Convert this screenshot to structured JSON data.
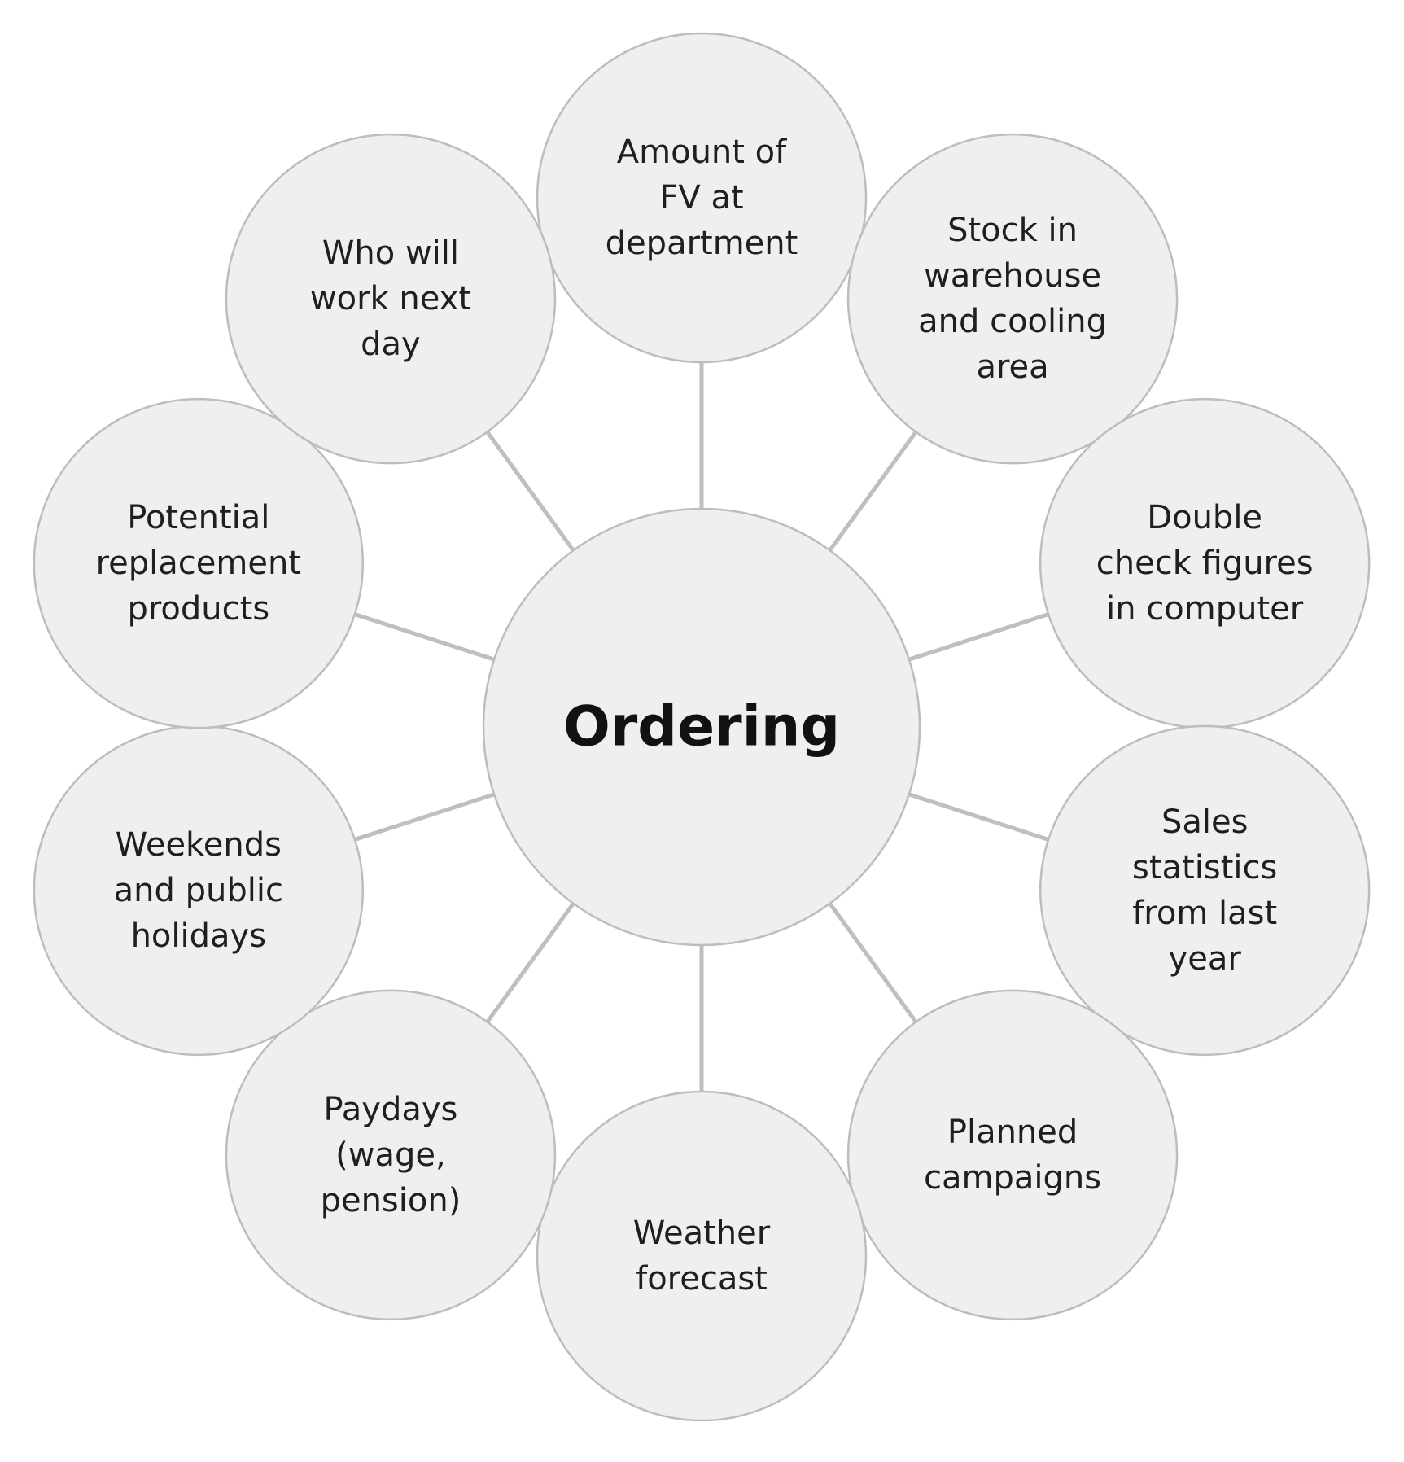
{
  "center": {
    "label": "Ordering"
  },
  "nodes": [
    {
      "id": "amount-of-fv",
      "lines": [
        "Amount of",
        "FV at",
        "department"
      ]
    },
    {
      "id": "stock-in-warehouse",
      "lines": [
        "Stock in",
        "warehouse",
        "and cooling",
        "area"
      ]
    },
    {
      "id": "double-check-figures",
      "lines": [
        "Double",
        "check figures",
        "in computer"
      ]
    },
    {
      "id": "sales-statistics",
      "lines": [
        "Sales",
        "statistics",
        "from last",
        "year"
      ]
    },
    {
      "id": "planned-campaigns",
      "lines": [
        "Planned",
        "campaigns"
      ]
    },
    {
      "id": "weather-forecast",
      "lines": [
        "Weather",
        "forecast"
      ]
    },
    {
      "id": "paydays",
      "lines": [
        "Paydays",
        "(wage,",
        "pension)"
      ]
    },
    {
      "id": "weekends-holidays",
      "lines": [
        "Weekends",
        "and public",
        "holidays"
      ]
    },
    {
      "id": "replacement-products",
      "lines": [
        "Potential",
        "replacement",
        "products"
      ]
    },
    {
      "id": "who-will-work",
      "lines": [
        "Who will",
        "work next",
        "day"
      ]
    }
  ],
  "colors": {
    "bubble_fill": "#efefef",
    "bubble_stroke": "#bdbdbd",
    "connector": "#bfbfbf",
    "text": "#1f1f1f"
  }
}
